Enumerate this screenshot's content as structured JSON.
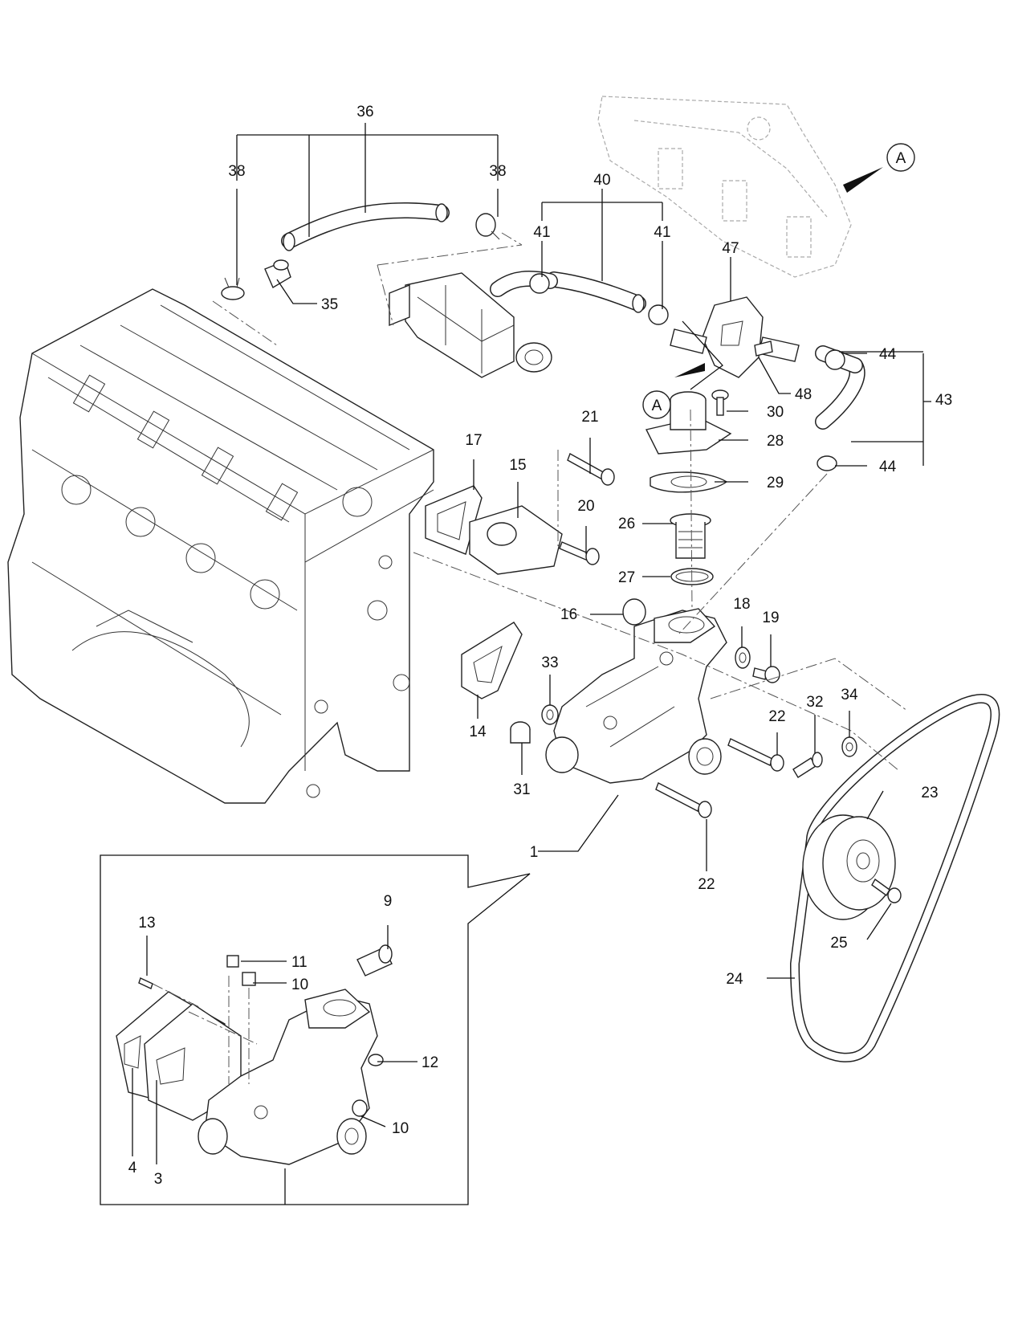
{
  "callouts": {
    "c1": "1",
    "c3": "3",
    "c4": "4",
    "c9": "9",
    "c10a": "10",
    "c10b": "10",
    "c11": "11",
    "c12": "12",
    "c13": "13",
    "c14": "14",
    "c15": "15",
    "c16": "16",
    "c17": "17",
    "c18": "18",
    "c19": "19",
    "c20": "20",
    "c21": "21",
    "c22a": "22",
    "c22b": "22",
    "c23": "23",
    "c24": "24",
    "c25": "25",
    "c26": "26",
    "c27": "27",
    "c28": "28",
    "c29": "29",
    "c30": "30",
    "c31": "31",
    "c32": "32",
    "c33": "33",
    "c34": "34",
    "c35": "35",
    "c36": "36",
    "c38a": "38",
    "c38b": "38",
    "c40": "40",
    "c41a": "41",
    "c41b": "41",
    "c43": "43",
    "c44a": "44",
    "c44b": "44",
    "c47": "47",
    "c48": "48"
  },
  "references": {
    "ref_a_top": "A",
    "ref_a_mid": "A"
  }
}
